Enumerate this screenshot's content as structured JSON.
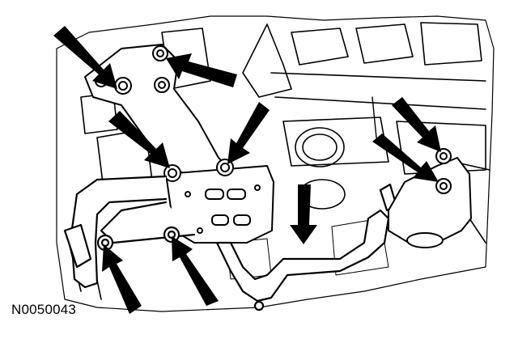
{
  "figure": {
    "label": "N0050043"
  },
  "callouts": {
    "count": 9,
    "style": "black-arrow"
  },
  "colors": {
    "line": "#000000",
    "background": "#ffffff"
  }
}
